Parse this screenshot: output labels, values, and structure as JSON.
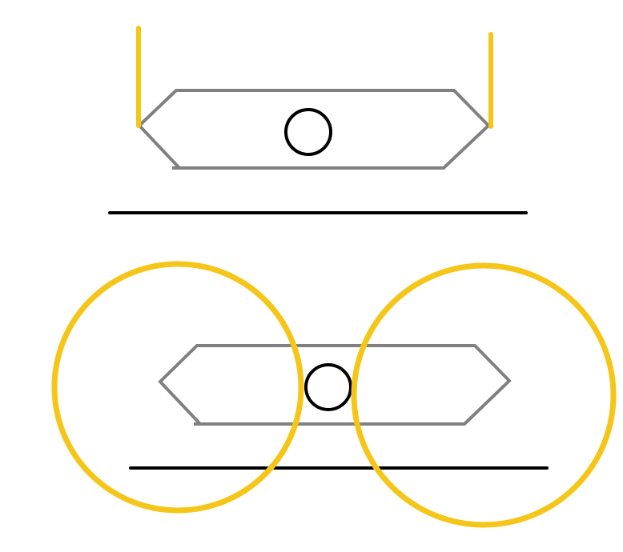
{
  "colors": {
    "background": "#ffffff",
    "body_outline": "#808080",
    "axle": "#000000",
    "ground_line": "#000000",
    "accent_yellow": "#f5c518"
  },
  "figures": [
    {
      "id": "top",
      "body_shape": "elongated-hexagon",
      "support_type": "vertical-legs",
      "support_count": 2
    },
    {
      "id": "bottom",
      "body_shape": "elongated-hexagon",
      "support_type": "wheels",
      "support_count": 2
    }
  ]
}
